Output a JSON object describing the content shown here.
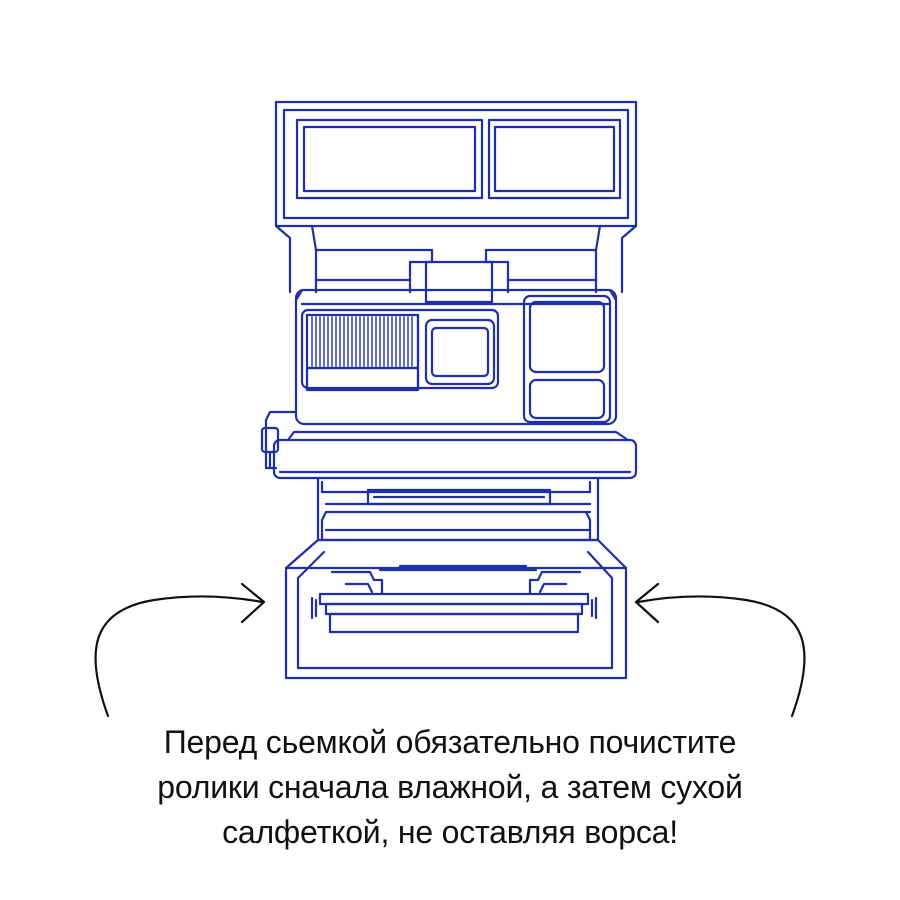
{
  "colors": {
    "line": "#1f2fa8",
    "text": "#111111",
    "background": "#ffffff"
  },
  "caption": {
    "line1": "Перед сьемкой обязательно почистите",
    "line2": "ролики сначала влажной, а затем сухой",
    "line3": "салфеткой, не оставляя ворса!"
  }
}
